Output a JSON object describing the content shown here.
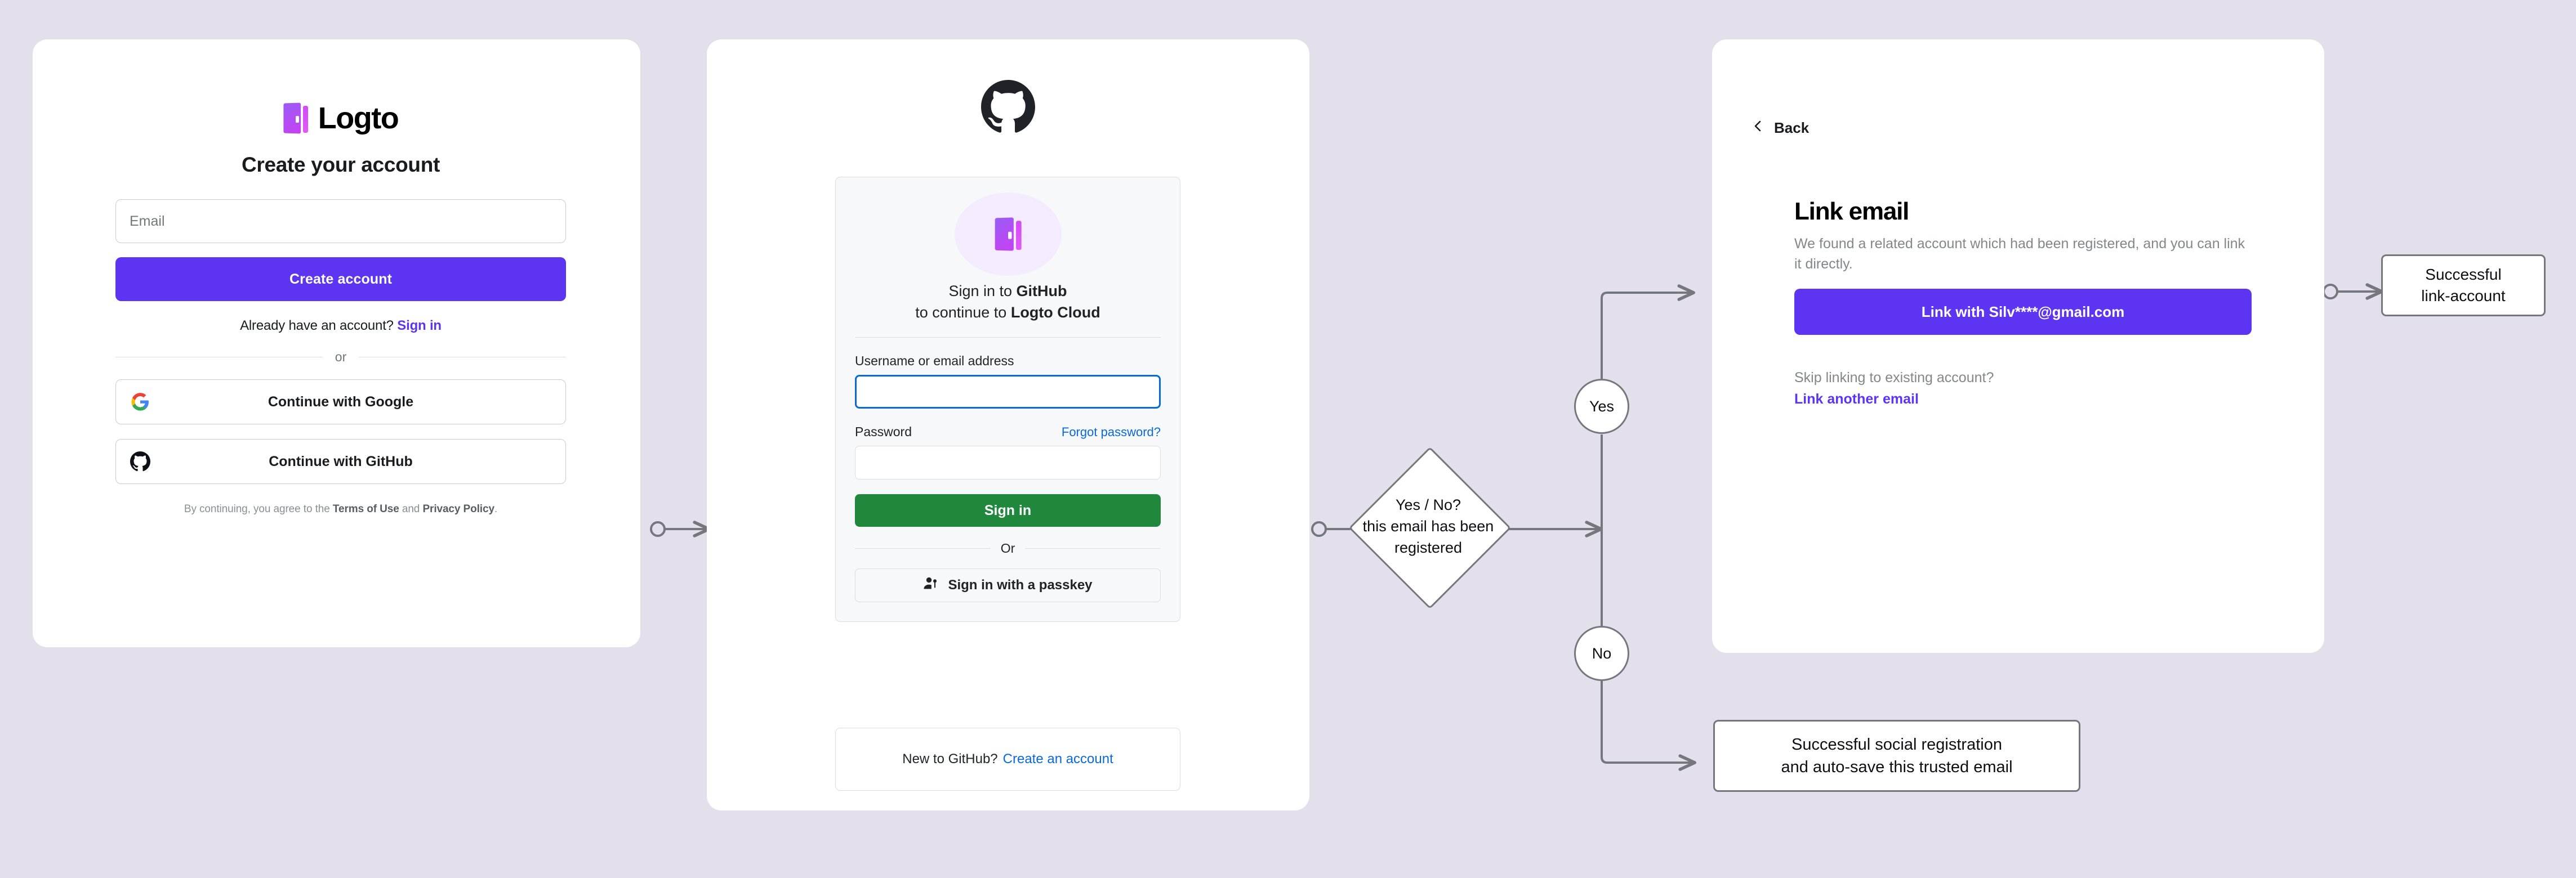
{
  "background_color": "#e3e0ec",
  "accent_purple": "#5d34f2",
  "github_green": "#1f883d",
  "github_blue": "#0969da",
  "flow_stroke": "#76767f",
  "logto_card": {
    "brand_name": "Logto",
    "title": "Create your account",
    "email_placeholder": "Email",
    "email_value": "",
    "create_account_label": "Create account",
    "already_text": "Already have an account?",
    "sign_in_link": "Sign in",
    "divider_label": "or",
    "social_buttons": [
      {
        "icon": "google-icon",
        "label": "Continue with Google"
      },
      {
        "icon": "github-icon",
        "label": "Continue with GitHub"
      }
    ],
    "terms_prefix": "By continuing, you agree to the ",
    "terms_of_use": "Terms of Use",
    "terms_and": " and ",
    "privacy_policy": "Privacy Policy",
    "terms_suffix": "."
  },
  "github_card": {
    "logo": "github-mark-icon",
    "app_icon": "logto-door-icon",
    "heading_line1_prefix": "Sign in to ",
    "heading_line1_strong": "GitHub",
    "heading_line2_prefix": "to continue to ",
    "heading_line2_strong": "Logto Cloud",
    "username_label": "Username or email address",
    "username_value": "",
    "password_label": "Password",
    "password_value": "",
    "forgot_password_link": "Forgot password?",
    "sign_in_label": "Sign in",
    "or_label": "Or",
    "passkey_label": "Sign in with a passkey",
    "passkey_icon": "passkey-person-key-icon",
    "footer_text": "New to GitHub?",
    "footer_link": "Create an account"
  },
  "link_email_card": {
    "back_label": "Back",
    "back_icon": "chevron-left-icon",
    "title": "Link email",
    "description": "We found a related account which had been registered, and you can link it directly.",
    "link_button_label": "Link with Silv****@gmail.com",
    "skip_text": "Skip linking to existing account?",
    "link_another_label": "Link another email"
  },
  "flow": {
    "decision_label": "Yes / No?\nthis email has been\nregistered",
    "yes_label": "Yes",
    "no_label": "No",
    "success_link_label": "Successful\nlink-account",
    "success_social_label": "Successful social registration\nand auto-save this trusted email"
  }
}
